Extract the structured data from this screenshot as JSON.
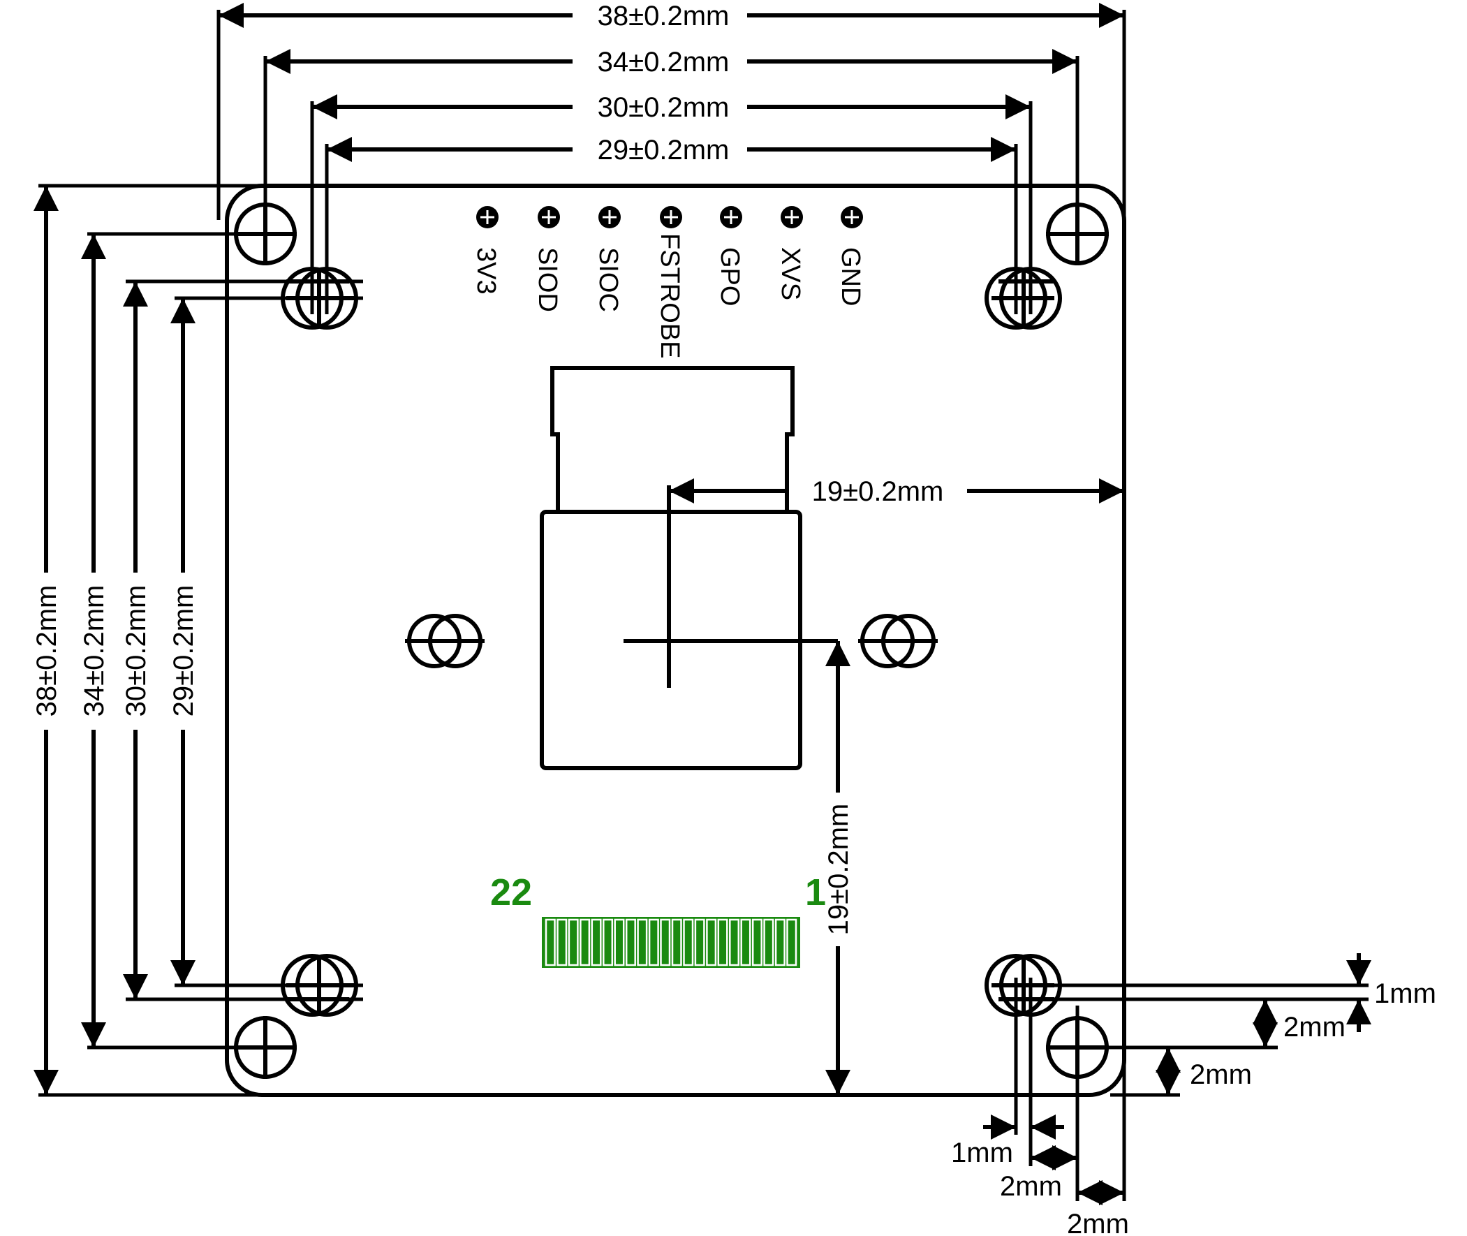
{
  "dimensions": {
    "top": [
      "38±0.2mm",
      "34±0.2mm",
      "30±0.2mm",
      "29±0.2mm"
    ],
    "left": [
      "38±0.2mm",
      "34±0.2mm",
      "30±0.2mm",
      "29±0.2mm"
    ],
    "center_horizontal": "19±0.2mm",
    "center_vertical": "19±0.2mm",
    "right_offsets": [
      "1mm",
      "2mm",
      "2mm"
    ],
    "bottom_offsets": [
      "1mm",
      "2mm",
      "2mm"
    ]
  },
  "pins": [
    "3V3",
    "SIOD",
    "SIOC",
    "FSTROBE",
    "GPO",
    "XVS",
    "GND"
  ],
  "connector": {
    "pin_first": "1",
    "pin_last": "22",
    "count": 22,
    "color": "#1a8a10"
  }
}
